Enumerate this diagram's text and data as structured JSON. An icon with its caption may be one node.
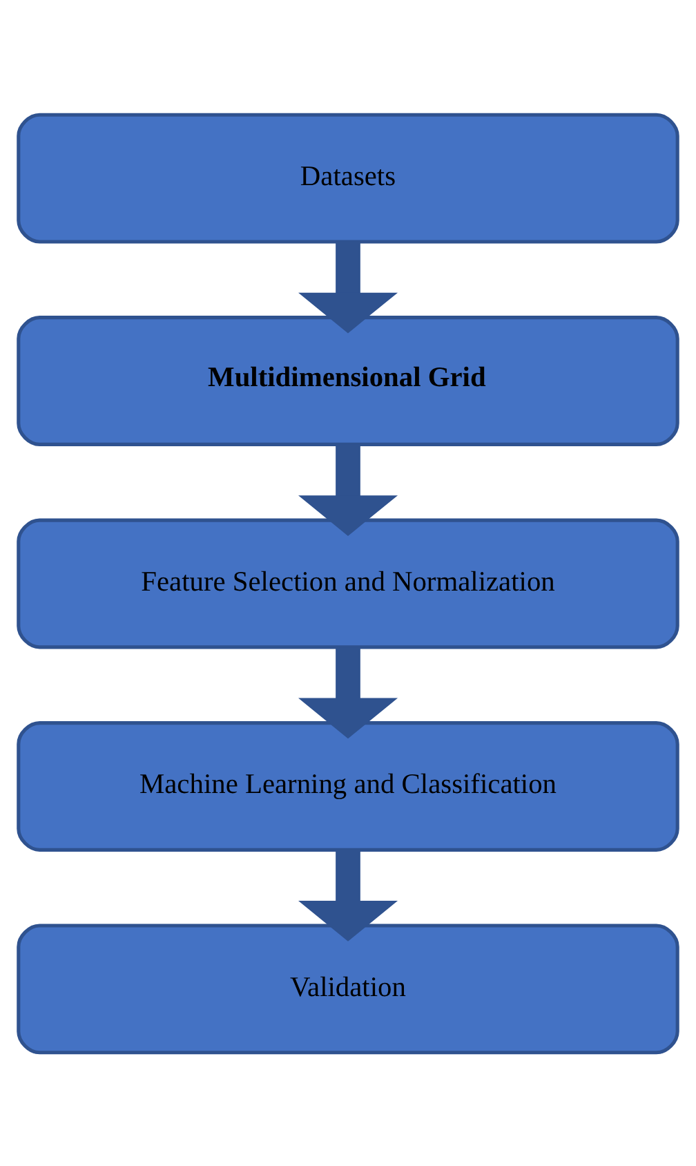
{
  "diagram": {
    "nodes": [
      {
        "text": [
          "Datasets"
        ]
      },
      {
        "text": [
          "Multidimensional Grid"
        ]
      },
      {
        "text": [
          "Feature Selection and Normalization"
        ]
      },
      {
        "text": [
          "Machine Learning and Classification"
        ]
      },
      {
        "text": [
          "Validation"
        ]
      }
    ],
    "edges": [
      {
        "from": 0,
        "to": 1,
        "arrow": "to"
      },
      {
        "from": 1,
        "to": 2,
        "arrow": "to"
      },
      {
        "from": 2,
        "to": 3,
        "arrow": "to"
      },
      {
        "from": 3,
        "to": 4,
        "arrow": "to"
      }
    ]
  }
}
